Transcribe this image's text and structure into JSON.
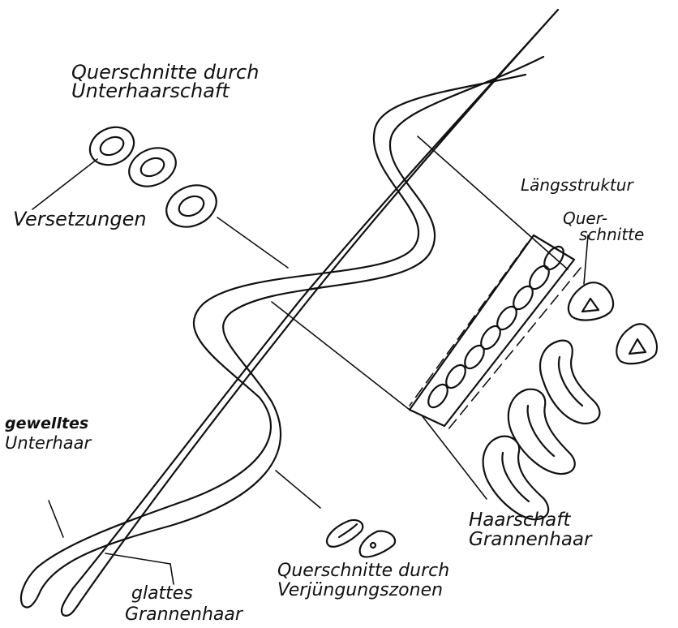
{
  "labels": {
    "querschnitte_unterhaar_1": "Querschnitte durch",
    "querschnitte_unterhaar_2": "Unterhaarschaft",
    "versetzungen": "Versetzungen",
    "laengsstruktur": "Längsstruktur",
    "querschnitte_1": "Quer-",
    "querschnitte_2": "schnitte",
    "gewelltes_1": "gewelltes",
    "gewelltes_2": "Unterhaar",
    "haarschaft": "Haarschaft",
    "grannenhaar": "Grannenhaar",
    "querschnitte_verj_1": "Querschnitte durch",
    "querschnitte_verj_2": "Verjüngungszonen",
    "glattes": "glattes",
    "glattes_grannenhaar": "Grannenhaar"
  },
  "colors": {
    "ink": "#111111",
    "paper": "#ffffff"
  }
}
